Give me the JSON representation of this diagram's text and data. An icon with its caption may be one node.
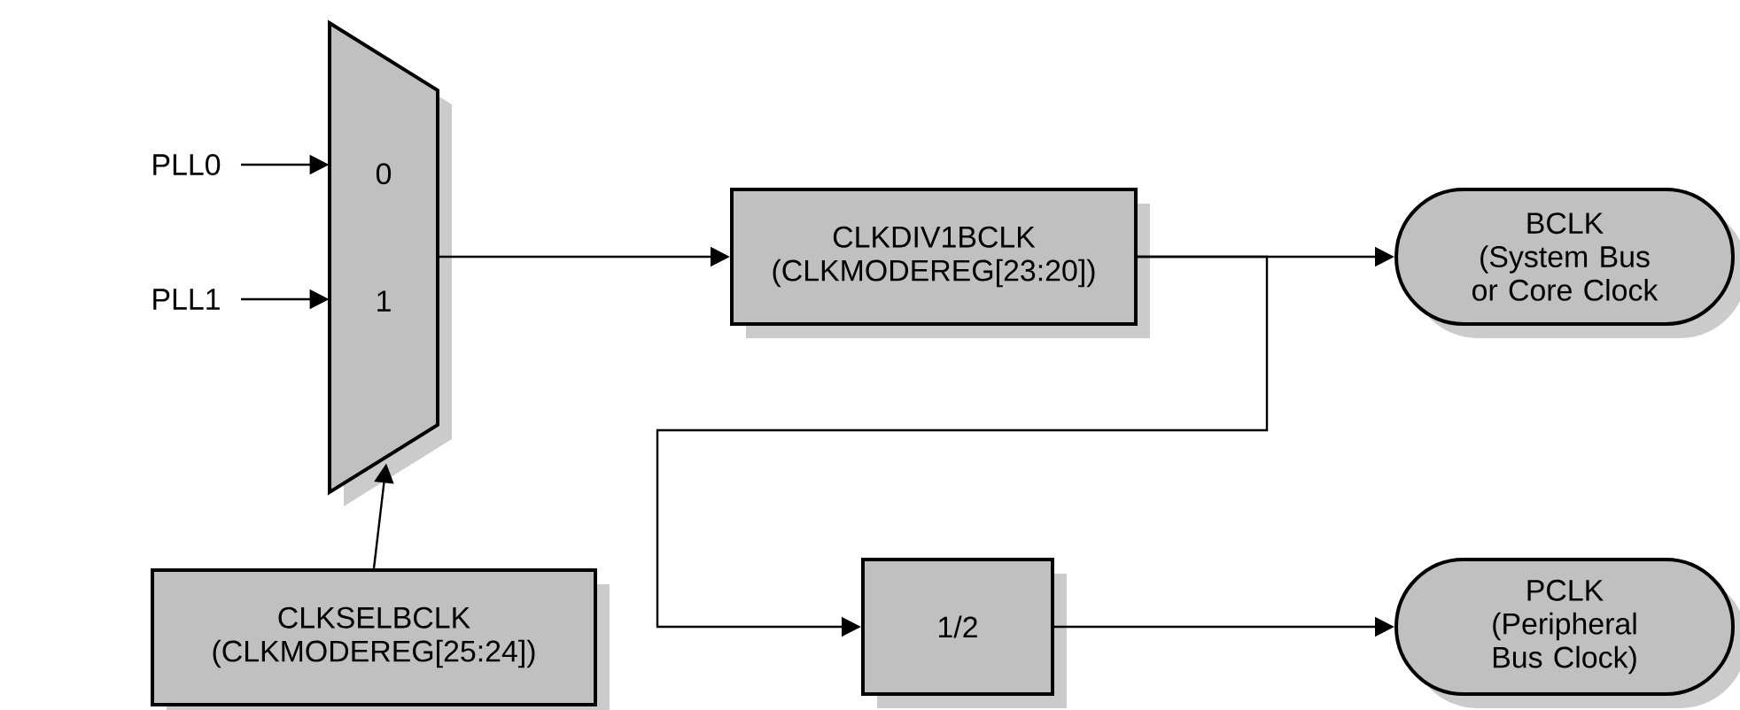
{
  "diagram": {
    "nodes": [
      {
        "text": [
          "PLL0"
        ]
      },
      {
        "text": [
          "PLL1"
        ]
      },
      {
        "text": [
          "0",
          "1"
        ]
      },
      {
        "text": [
          "CLKDIV1BCLK",
          "(CLKMODEREG[23:20])"
        ]
      },
      {
        "text": [
          "BCLK",
          "(System Bus or Core Clock"
        ]
      },
      {
        "text": [
          "CLKSELBCLK",
          "(CLKMODEREG[25:24])"
        ]
      },
      {
        "text": [
          "1/2"
        ]
      },
      {
        "text": [
          "PCLK",
          "(Peripheral Bus Clock)"
        ]
      }
    ],
    "edges": [
      {
        "from": 0,
        "to": 2,
        "arrow": "to"
      },
      {
        "from": 1,
        "to": 2,
        "arrow": "to"
      },
      {
        "from": 5,
        "to": 2,
        "arrow": "to"
      },
      {
        "from": 2,
        "to": 3,
        "arrow": "to"
      },
      {
        "from": 3,
        "to": 4,
        "arrow": "to"
      },
      {
        "from": 3,
        "to": 6,
        "arrow": "to"
      },
      {
        "from": 6,
        "to": 7,
        "arrow": "to"
      }
    ]
  }
}
